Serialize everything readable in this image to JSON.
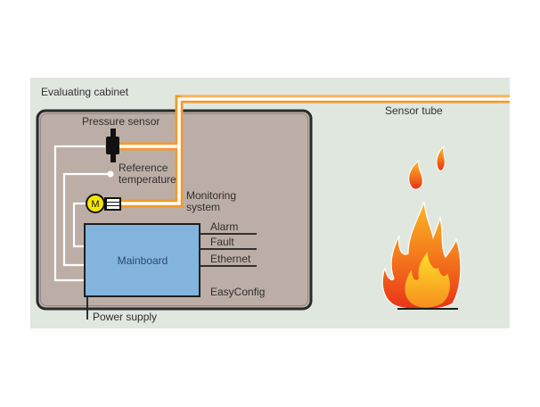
{
  "diagram": {
    "colors": {
      "panel_bg": "#e0e7df",
      "cabinet_fill": "#bcaea6",
      "cabinet_border": "#2a2a2a",
      "tube_orange": "#f39a2a",
      "tube_core": "#ffffff",
      "mainboard_fill": "#82b4de",
      "motor_fill": "#f5e600"
    },
    "labels": {
      "cabinet": "Evaluating cabinet",
      "pressure_sensor": "Pressure sensor",
      "reference_line1": "Reference",
      "reference_line2": "temperature",
      "monitoring_line1": "Monitoring",
      "monitoring_line2": "system",
      "motor": "M",
      "mainboard": "Mainboard",
      "alarm": "Alarm",
      "fault": "Fault",
      "ethernet": "Ethernet",
      "easyconfig": "EasyConfig",
      "power_supply": "Power supply",
      "sensor_tube": "Sensor tube"
    },
    "icons": {
      "fire": "fire-icon",
      "motor": "motor-icon",
      "pressure_sensor": "pressure-sensor-icon"
    }
  }
}
